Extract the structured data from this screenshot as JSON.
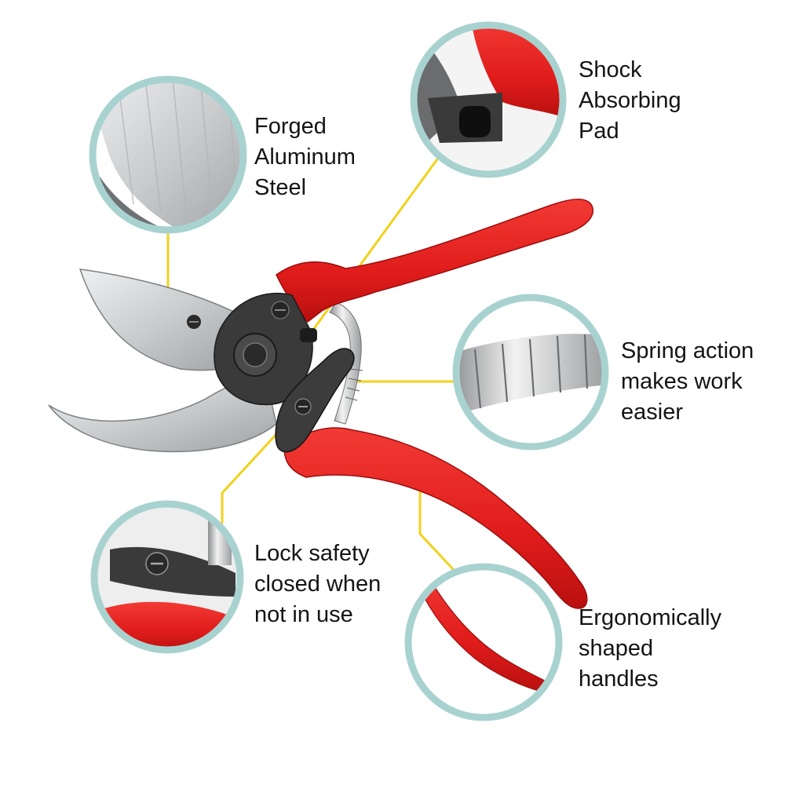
{
  "colors": {
    "handle_red": "#e8201f",
    "callout_ring": "#a8d2d0",
    "leader_line": "#f1d21c",
    "steel": "#c9cbcd",
    "text": "#141414"
  },
  "callouts": [
    {
      "id": "forged",
      "lines": [
        "Forged",
        "Aluminum",
        "Steel"
      ]
    },
    {
      "id": "shock",
      "lines": [
        "Shock",
        "Absorbing",
        "Pad"
      ]
    },
    {
      "id": "spring",
      "lines": [
        "Spring action",
        "makes work",
        "easier"
      ]
    },
    {
      "id": "lock",
      "lines": [
        "Lock safety",
        "closed when",
        "not in use"
      ]
    },
    {
      "id": "ergonomic",
      "lines": [
        "Ergonomically",
        "shaped",
        "handles"
      ]
    }
  ]
}
